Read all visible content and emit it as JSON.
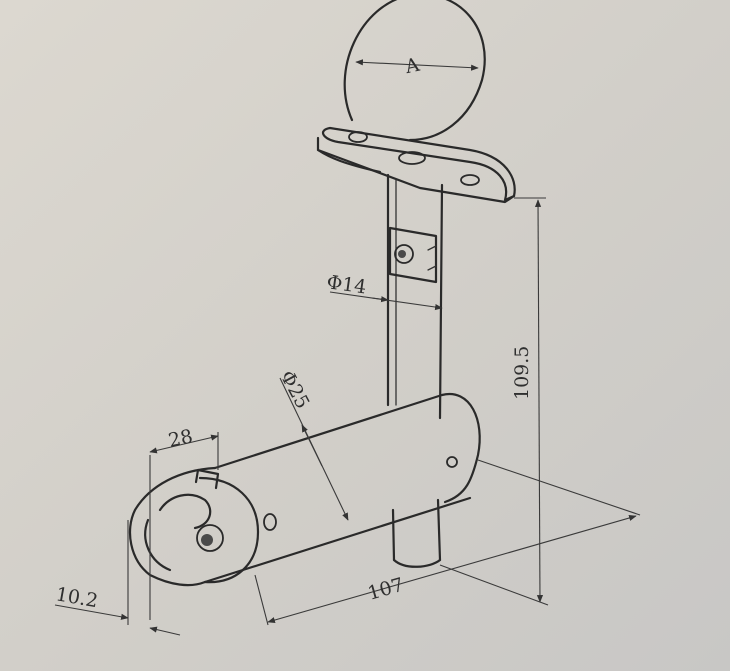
{
  "drawing": {
    "dimensions": {
      "ellipse_label": "A",
      "tube_diameter": "Φ14",
      "arm_diameter": "Φ25",
      "saddle_width": "28",
      "end_width": "10.2",
      "arm_length": "107",
      "total_height": "109.5"
    }
  }
}
